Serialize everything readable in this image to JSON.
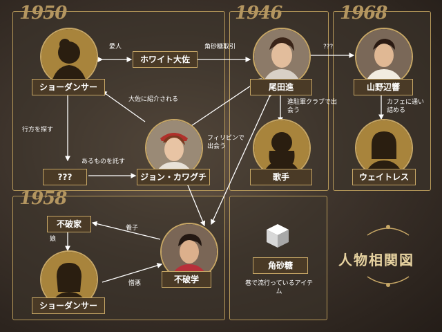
{
  "years": {
    "y1950": "1950",
    "y1946": "1946",
    "y1968": "1968",
    "y1958": "1958"
  },
  "characters": {
    "dancer1": "ショーダンサー",
    "white": "ホワイト大佐",
    "odasusumu": "尾田進",
    "yamano": "山野辺響",
    "john": "ジョン・カワグチ",
    "unknown": "???",
    "singer": "歌手",
    "waitress": "ウェイトレス",
    "fuwake": "不破家",
    "fuwamanabu": "不破学",
    "dancer2": "ショーダンサー",
    "kakuzato": "角砂糖"
  },
  "relations": {
    "lover": "愛人",
    "sugar_deal": "角砂糖取引",
    "unknown_rel": "???",
    "introduced": "大佐に紹介される",
    "search": "行方を探す",
    "entrust": "あるものを託す",
    "philippines": "フィリピンで出会う",
    "club": "進駐軍クラブで出会う",
    "cafe": "カフェに通い詰める",
    "adopted": "養子",
    "daughter": "娘",
    "hatred": "憎悪",
    "item_desc": "巷で流行っているアイテム"
  },
  "colors": {
    "gold": "#c7a766",
    "label_bg": "#4a3a26",
    "year": "#b49660"
  },
  "diagram_title": "人物相関図"
}
